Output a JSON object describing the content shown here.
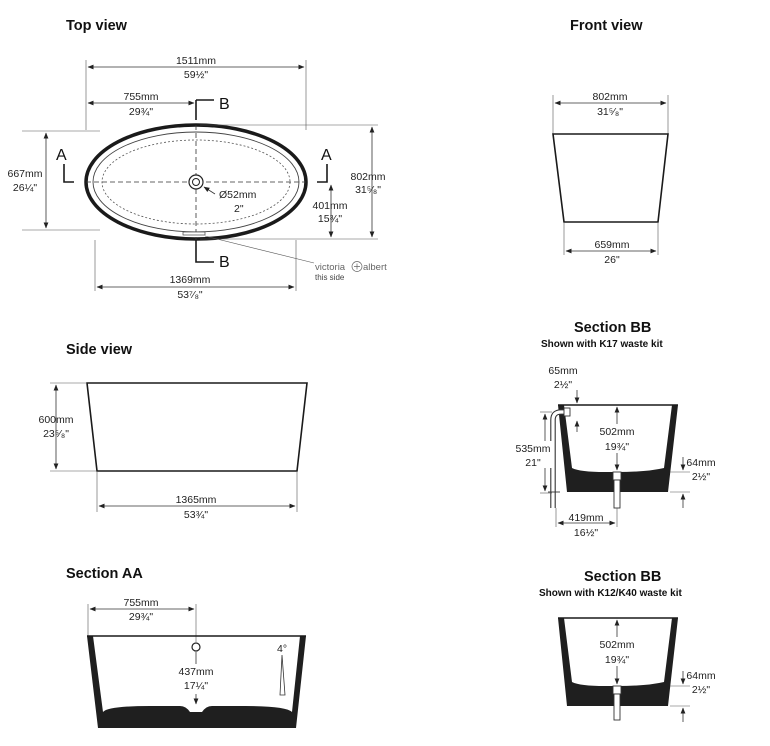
{
  "views": {
    "top": {
      "title": "Top view",
      "overall_width": {
        "mm": "1511mm",
        "in": "59½\""
      },
      "half_width": {
        "mm": "755mm",
        "in": "29¾\""
      },
      "left_height": {
        "mm": "667mm",
        "in": "26¼\""
      },
      "right_height": {
        "mm": "802mm",
        "in": "31⁵⁄₈\""
      },
      "waste_dia": {
        "mm": "Ø52mm",
        "in": "2\""
      },
      "half_height": {
        "mm": "401mm",
        "in": "15¾\""
      },
      "base_width": {
        "mm": "1369mm",
        "in": "53⁷⁄₈\""
      },
      "section_a": "A",
      "section_b": "B",
      "brand_left": "victoria",
      "brand_right": "albert",
      "brand_note": "this side"
    },
    "front": {
      "title": "Front view",
      "top_width": {
        "mm": "802mm",
        "in": "31⁵⁄₈\""
      },
      "base_width": {
        "mm": "659mm",
        "in": "26\""
      }
    },
    "side": {
      "title": "Side view",
      "height": {
        "mm": "600mm",
        "in": "23⁵⁄₈\""
      },
      "base_width": {
        "mm": "1365mm",
        "in": "53¾\""
      }
    },
    "section_aa": {
      "title": "Section AA",
      "half_width": {
        "mm": "755mm",
        "in": "29¾\""
      },
      "depth": {
        "mm": "437mm",
        "in": "17¼\""
      },
      "angle": "4°"
    },
    "section_bb_k17": {
      "title": "Section BB",
      "subtitle": "Shown with K17 waste kit",
      "overflow": {
        "mm": "65mm",
        "in": "2½\""
      },
      "pipe_height": {
        "mm": "535mm",
        "in": "21\""
      },
      "depth": {
        "mm": "502mm",
        "in": "19¾\""
      },
      "clearance": {
        "mm": "64mm",
        "in": "2½\""
      },
      "waste_offset": {
        "mm": "419mm",
        "in": "16½\""
      }
    },
    "section_bb_k12": {
      "title": "Section BB",
      "subtitle": "Shown with K12/K40 waste kit",
      "depth": {
        "mm": "502mm",
        "in": "19¾\""
      },
      "clearance": {
        "mm": "64mm",
        "in": "2½\""
      }
    }
  }
}
